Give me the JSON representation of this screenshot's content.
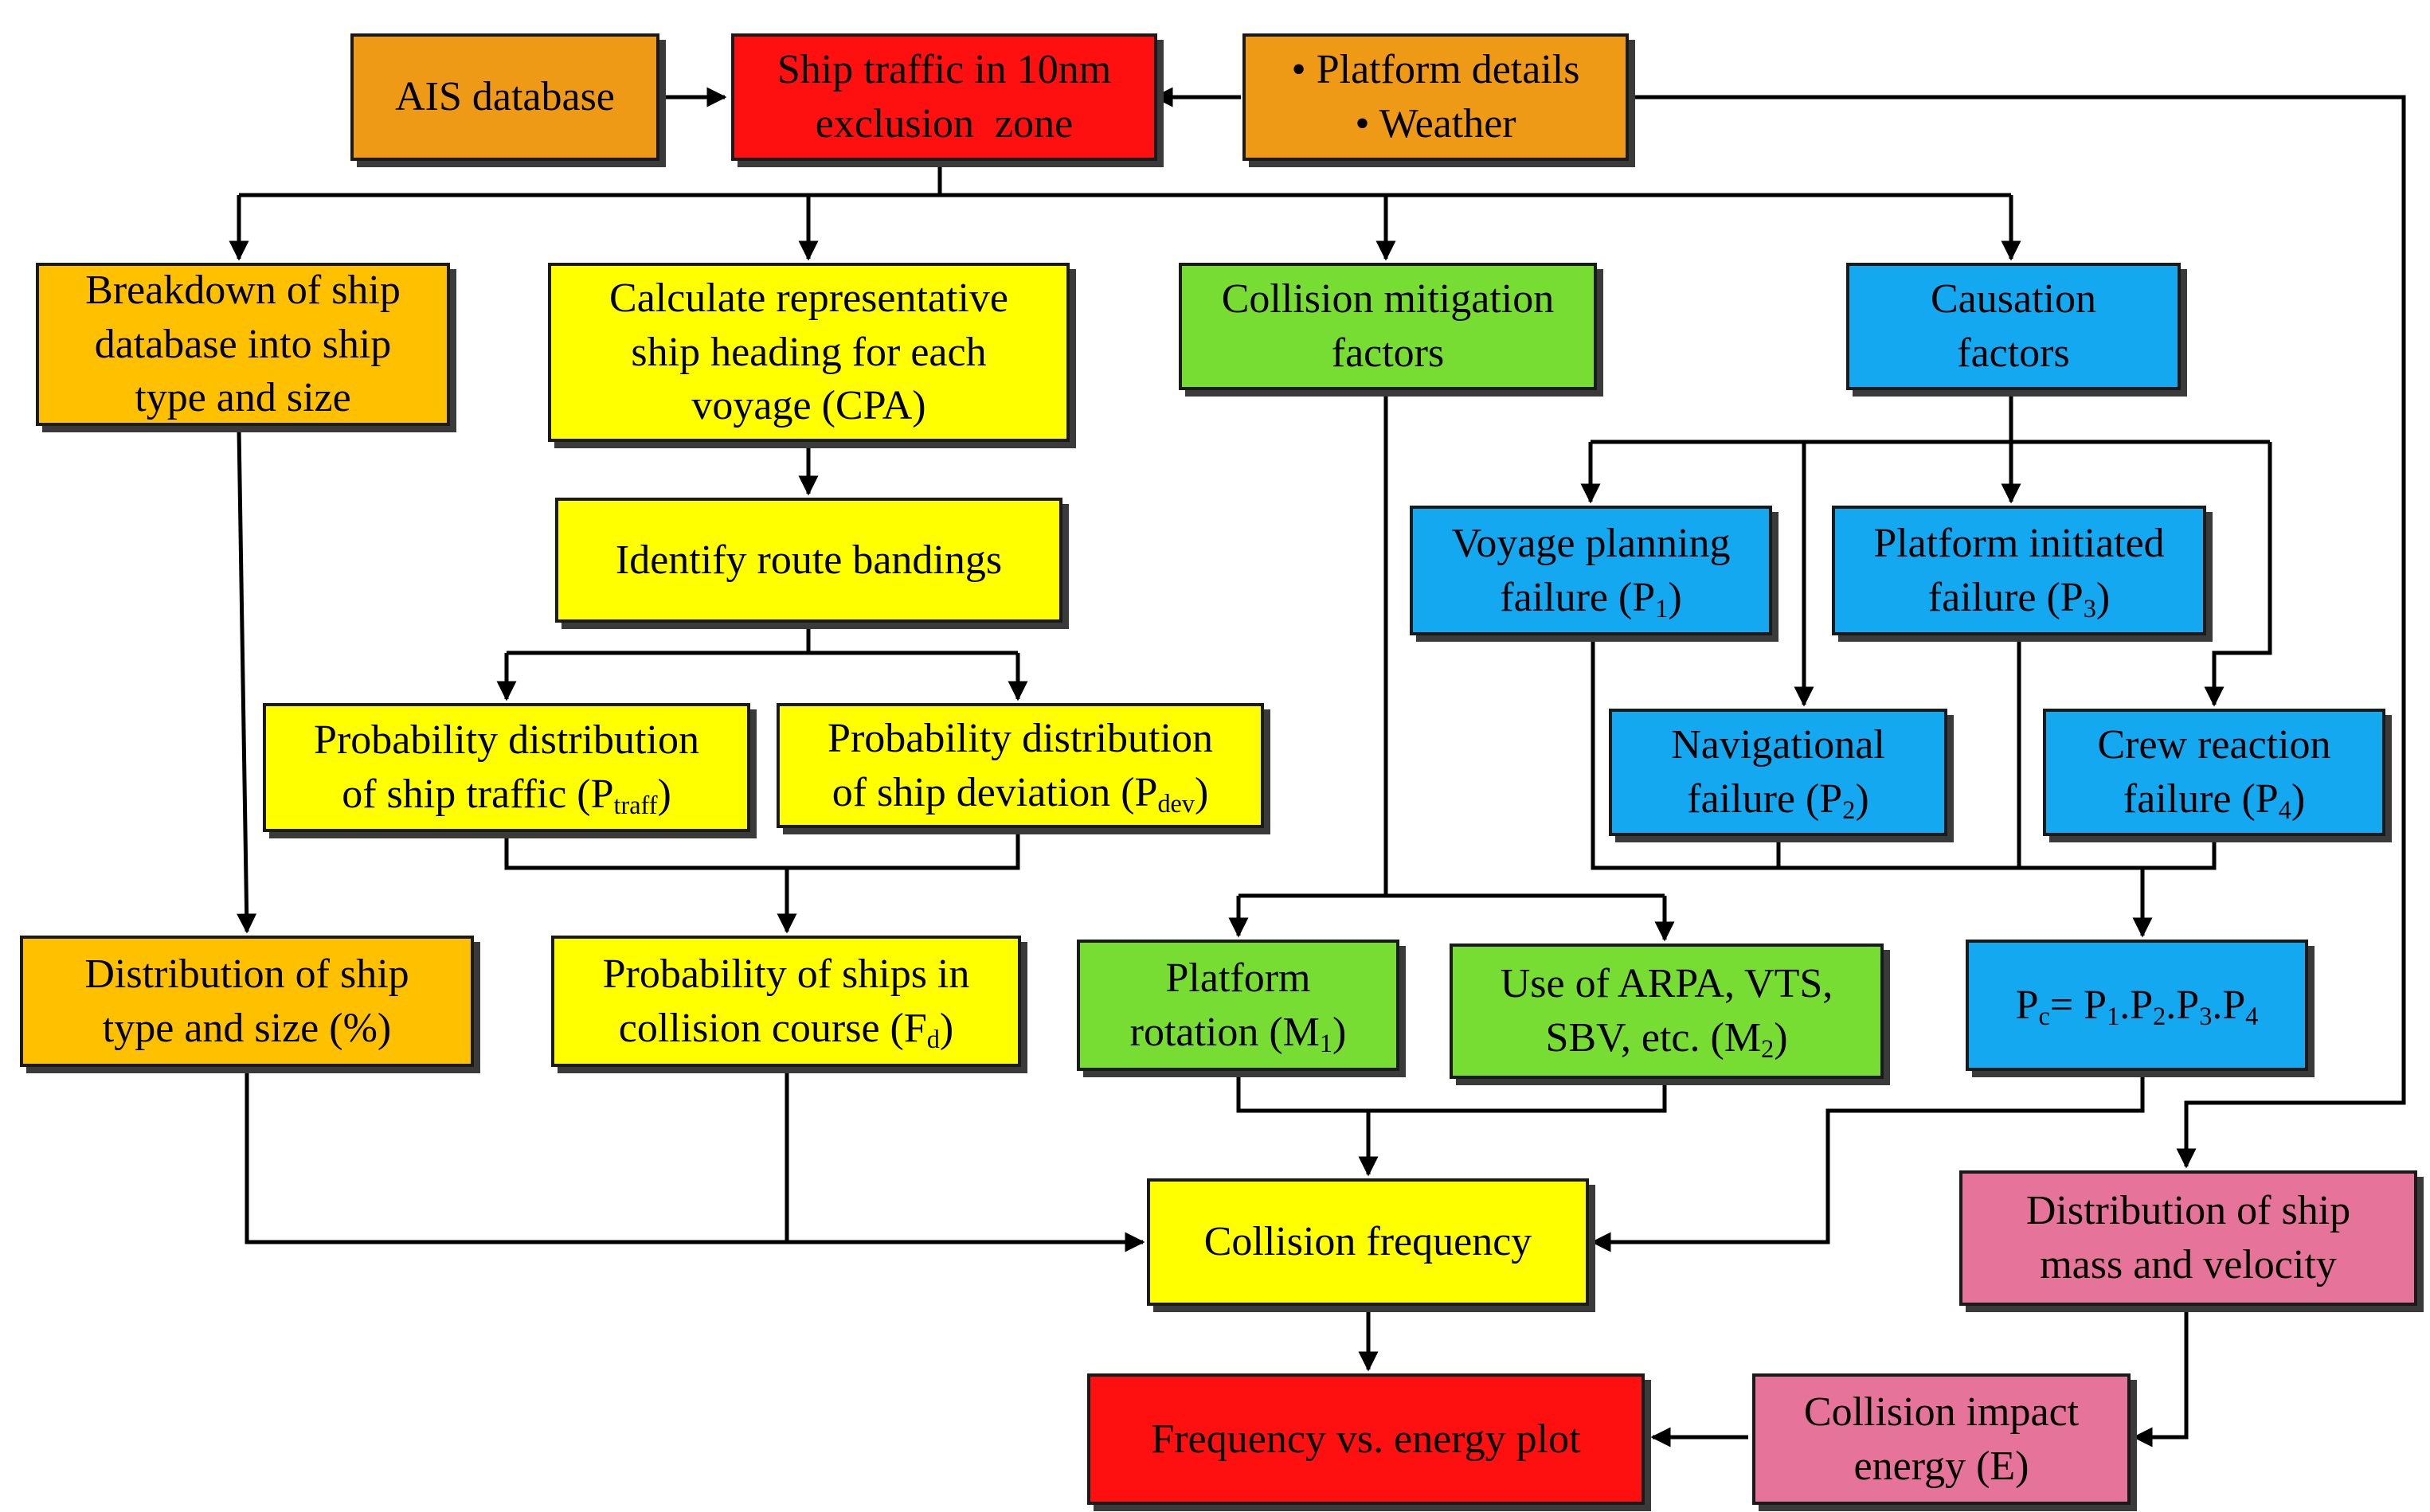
{
  "colors": {
    "orange": "#ee9a17",
    "gold": "#ffc000",
    "red": "#ff1010",
    "yellow": "#ffff00",
    "green": "#77dd33",
    "blue": "#14a8f0",
    "pink": "#e5739a",
    "line": "#000000"
  },
  "nodes": {
    "ais": {
      "lines": [
        "AIS database"
      ]
    },
    "traffic": {
      "lines": [
        "Ship traffic in 10nm",
        "exclusion  zone"
      ]
    },
    "platform": {
      "lines": [
        "• Platform details",
        "• Weather"
      ]
    },
    "breakdown": {
      "lines": [
        "Breakdown of ship",
        "database into ship",
        "type and size"
      ]
    },
    "heading": {
      "lines": [
        "Calculate representative",
        "ship heading for each",
        "voyage (CPA)"
      ]
    },
    "mitigation": {
      "lines": [
        "Collision mitigation",
        "factors"
      ]
    },
    "causation": {
      "lines": [
        "Causation",
        "factors"
      ]
    },
    "route": {
      "lines": [
        "Identify route bandings"
      ]
    },
    "p_traffic": {
      "line1": "Probability distribution",
      "line2_pre": "of ship traffic (P",
      "line2_sub": "traff",
      "line2_post": ")"
    },
    "p_dev": {
      "line1": "Probability distribution",
      "line2_pre": "of ship deviation (P",
      "line2_sub": "dev",
      "line2_post": ")"
    },
    "p1": {
      "line1": "Voyage planning",
      "line2_pre": "failure (P",
      "line2_sub": "1",
      "line2_post": ")"
    },
    "p3": {
      "line1": "Platform initiated",
      "line2_pre": "failure (P",
      "line2_sub": "3",
      "line2_post": ")"
    },
    "p2": {
      "line1": "Navigational",
      "line2_pre": "failure (P",
      "line2_sub": "2",
      "line2_post": ")"
    },
    "p4": {
      "line1": "Crew reaction",
      "line2_pre": "failure (P",
      "line2_sub": "4",
      "line2_post": ")"
    },
    "dist_type": {
      "lines": [
        "Distribution of ship",
        "type and size (%)"
      ]
    },
    "fd": {
      "line1": "Probability of ships in",
      "line2_pre": "collision course (F",
      "line2_sub": "d",
      "line2_post": ")"
    },
    "m1": {
      "line1": "Platform",
      "line2_pre": "rotation (M",
      "line2_sub": "1",
      "line2_post": ")"
    },
    "m2": {
      "line1": "Use of ARPA, VTS,",
      "line2_pre": "SBV, etc. (M",
      "line2_sub": "2",
      "line2_post": ")"
    },
    "pc": {
      "parts": [
        {
          "t": "P"
        },
        {
          "s": "c"
        },
        {
          "t": "= P"
        },
        {
          "s": "1"
        },
        {
          "t": ".P"
        },
        {
          "s": "2"
        },
        {
          "t": ".P"
        },
        {
          "s": "3"
        },
        {
          "t": ".P"
        },
        {
          "s": "4"
        }
      ]
    },
    "freq": {
      "lines": [
        "Collision frequency"
      ]
    },
    "mass": {
      "lines": [
        "Distribution of ship",
        "mass and velocity"
      ]
    },
    "energy": {
      "lines": [
        "Collision impact",
        "energy (E)"
      ]
    },
    "plot": {
      "lines": [
        "Frequency vs. energy plot"
      ]
    }
  }
}
